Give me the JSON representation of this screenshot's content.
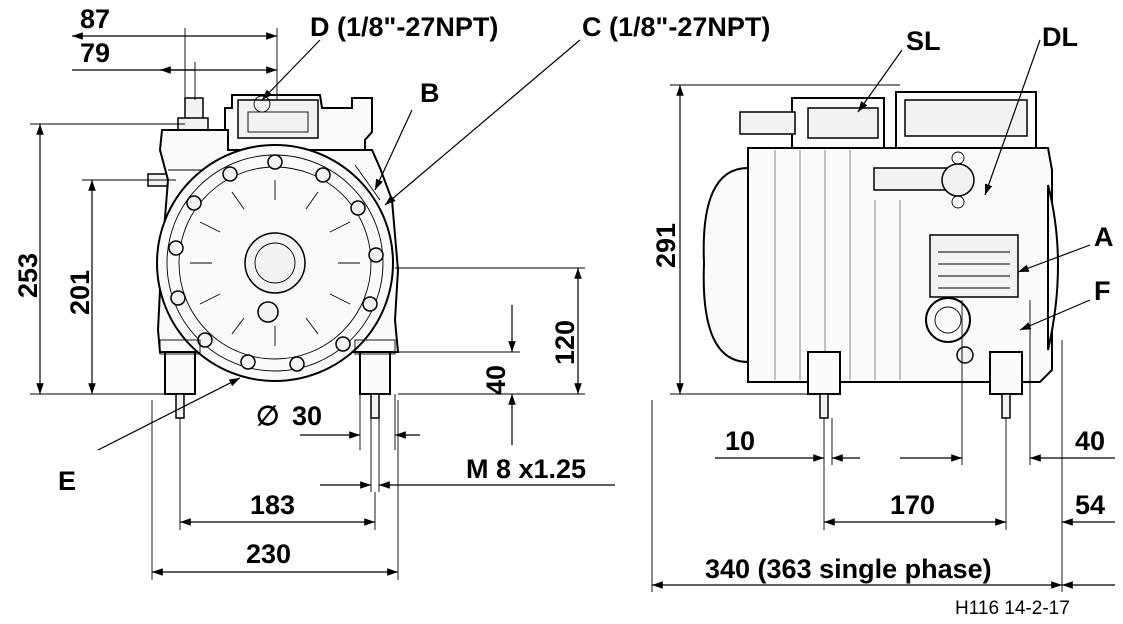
{
  "labels": {
    "dim_87": "87",
    "dim_79": "79",
    "conn_d": "D (1/8\"-27NPT)",
    "conn_c": "C (1/8\"-27NPT)",
    "conn_b": "B",
    "conn_e": "E",
    "conn_sl": "SL",
    "conn_dl": "DL",
    "conn_a": "A",
    "conn_f": "F",
    "dim_253": "253",
    "dim_201": "201",
    "dim_120": "120",
    "dim_40_v": "40",
    "dim_30": "30",
    "dim_m8": "M 8 x1.25",
    "dim_183": "183",
    "dim_230": "230",
    "dim_291": "291",
    "dim_10": "10",
    "dim_40_h": "40",
    "dim_170": "170",
    "dim_54": "54",
    "dim_340": "340 (363 single phase)",
    "drawing_ref": "H116 14-2-17"
  },
  "symbols": {
    "diameter": "∅"
  }
}
